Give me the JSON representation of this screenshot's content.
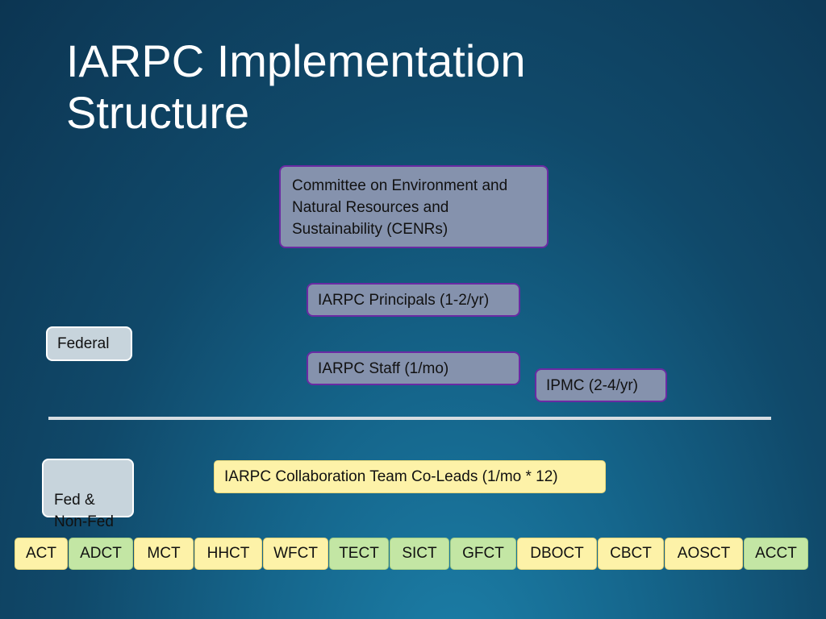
{
  "title": "IARPC Implementation\nStructure",
  "boxes": {
    "cenrs": "Committee on Environment and Natural Resources and Sustainability (CENRs)",
    "principals": "IARPC Principals (1-2/yr)",
    "staff": "IARPC Staff (1/mo)",
    "ipmc": "IPMC (2-4/yr)",
    "federal": "Federal",
    "fed_nonfed": "Fed &\nNon-Fed",
    "coleads": "IARPC Collaboration Team Co-Leads (1/mo * 12)"
  },
  "teams": [
    {
      "label": "ACT",
      "color": "yellow"
    },
    {
      "label": "ADCT",
      "color": "green"
    },
    {
      "label": "MCT",
      "color": "yellow"
    },
    {
      "label": "HHCT",
      "color": "yellow"
    },
    {
      "label": "WFCT",
      "color": "yellow"
    },
    {
      "label": "TECT",
      "color": "green"
    },
    {
      "label": "SICT",
      "color": "green"
    },
    {
      "label": "GFCT",
      "color": "green"
    },
    {
      "label": "DBOCT",
      "color": "yellow"
    },
    {
      "label": "CBCT",
      "color": "yellow"
    },
    {
      "label": "AOSCT",
      "color": "yellow"
    },
    {
      "label": "ACCT",
      "color": "green"
    }
  ],
  "colors": {
    "purple_fill": "#8592ad",
    "purple_border": "#6a2aa3",
    "yellow_fill": "#fdf2a8",
    "green_fill": "#c3e6a4",
    "background": "#10496a"
  }
}
